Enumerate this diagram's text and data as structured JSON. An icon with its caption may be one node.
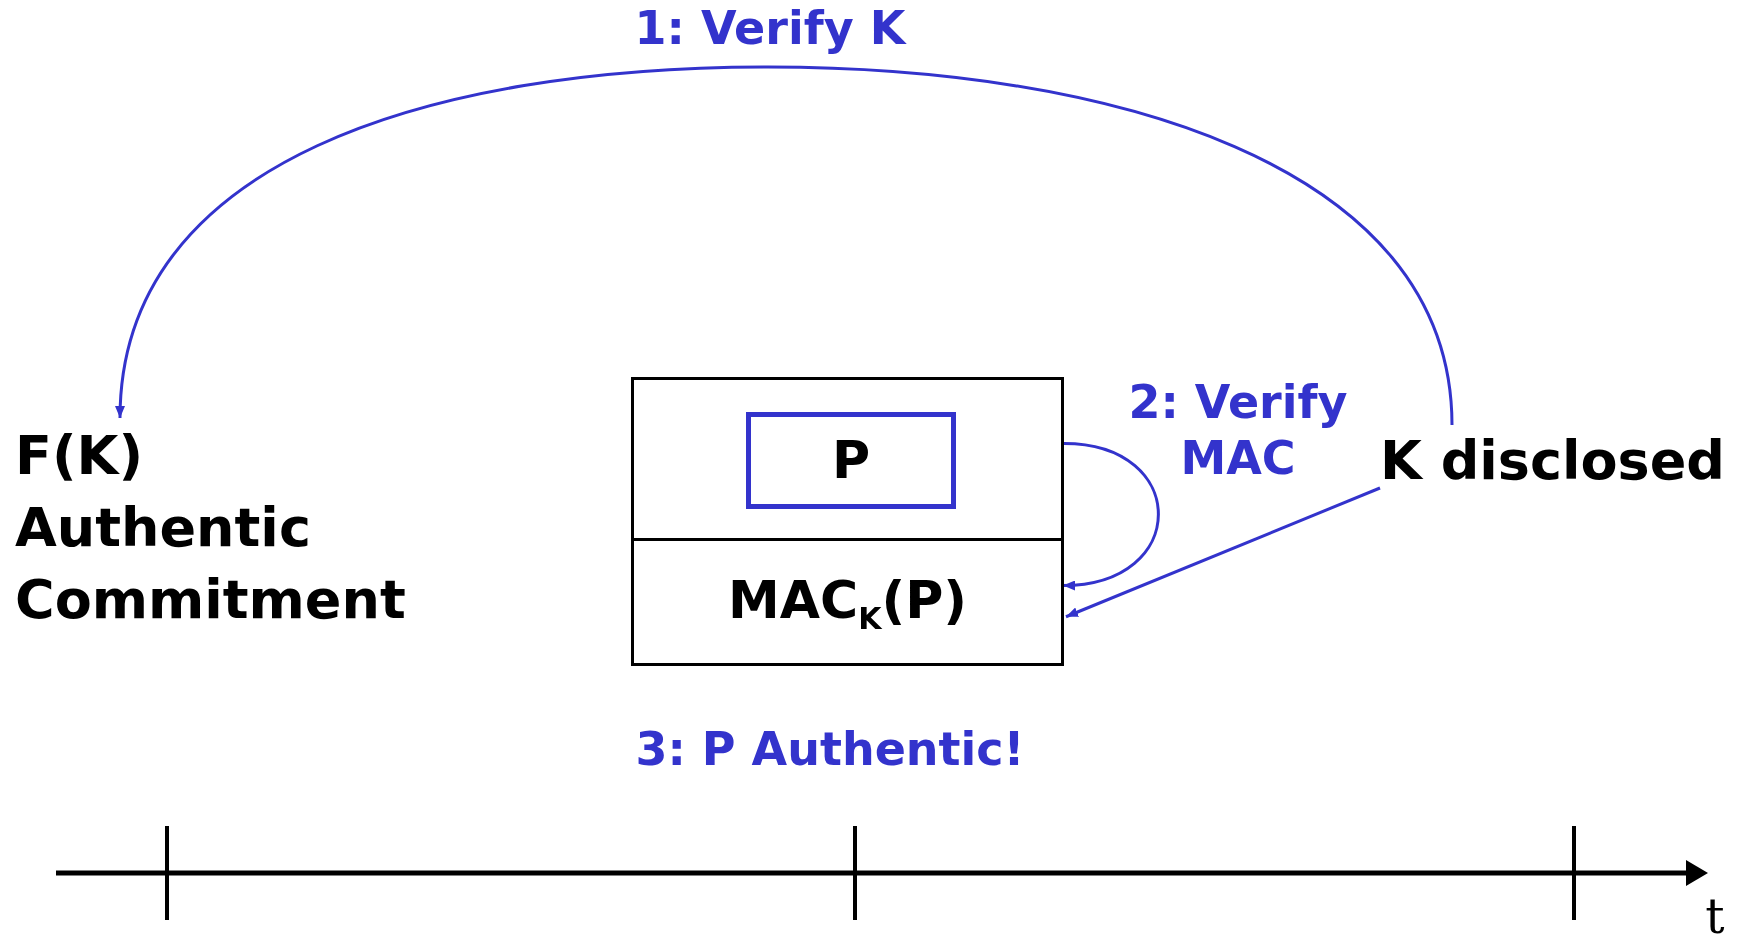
{
  "diagram": {
    "nodes": [
      {
        "text": [
          "F(K)",
          "Authentic Commitment"
        ]
      },
      {
        "text": [],
        "shape": "box"
      },
      {
        "text": [
          "P"
        ],
        "in": 1
      },
      {
        "text": [
          "MAC$_{K}$(P)"
        ],
        "in": 1
      },
      {
        "text": [
          "K disclosed"
        ]
      }
    ],
    "edges": [
      {
        "from": 4,
        "to": 0,
        "arrow": "to",
        "label": "1: Verify K"
      },
      {
        "from": 1,
        "to": 3,
        "arrow": "to",
        "label": "2: Verify MAC"
      },
      {
        "from": 4,
        "to": 3,
        "arrow": "to"
      }
    ],
    "labels": [
      "3: P Authentic!",
      "t"
    ]
  }
}
